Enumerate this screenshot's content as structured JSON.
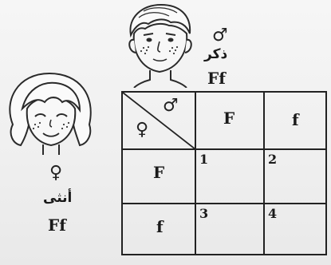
{
  "male": {
    "symbol": "♂",
    "label": "ذكر",
    "genotype": "Ff"
  },
  "female": {
    "symbol": "♀",
    "label": "أنثى",
    "genotype": "Ff"
  },
  "punnett": {
    "corner_male_symbol": "♂",
    "corner_female_symbol": "♀",
    "male_gametes": [
      "F",
      "f"
    ],
    "female_gametes": [
      "F",
      "f"
    ],
    "cell_numbers": [
      "1",
      "2",
      "3",
      "4"
    ]
  }
}
